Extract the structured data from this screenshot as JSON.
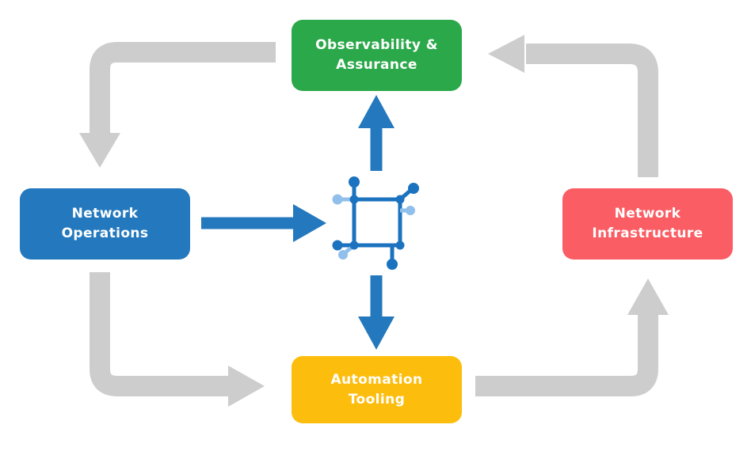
{
  "diagram": {
    "nodes": {
      "observability": {
        "label": "Observability &\nAssurance",
        "color": "#2BA84A"
      },
      "operations": {
        "label": "Network\nOperations",
        "color": "#2479BE"
      },
      "infrastructure": {
        "label": "Network\nInfrastructure",
        "color": "#FA5D63"
      },
      "automation": {
        "label": "Automation\nTooling",
        "color": "#FCBD0D"
      }
    },
    "center_icon": {
      "name": "network-hub-icon",
      "dark_blue": "#1B72BF",
      "light_blue": "#8FBFEA"
    },
    "arrows": {
      "gray_color": "#CDCDCD",
      "blue_color": "#2479BE",
      "flows": [
        "observability-to-operations",
        "operations-to-hub",
        "hub-to-observability",
        "hub-to-automation",
        "operations-to-automation",
        "automation-to-infrastructure",
        "infrastructure-to-observability"
      ]
    },
    "background": "#FFFFFF"
  }
}
